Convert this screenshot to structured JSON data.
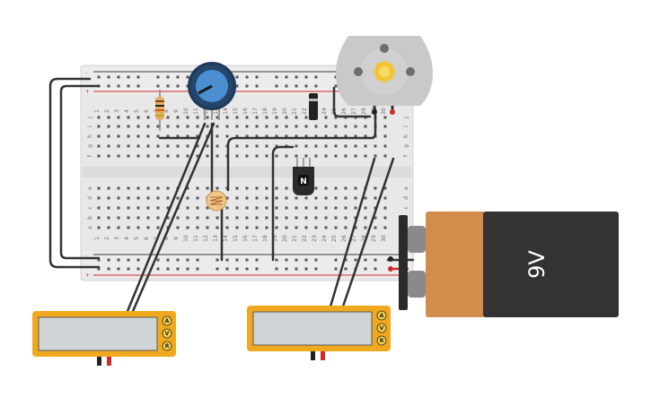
{
  "breadboard": {
    "columns": [
      "1",
      "2",
      "3",
      "4",
      "5",
      "6",
      "7",
      "8",
      "9",
      "10",
      "11",
      "12",
      "13",
      "14",
      "15",
      "16",
      "17",
      "18",
      "19",
      "20",
      "21",
      "22",
      "23",
      "24",
      "25",
      "26",
      "27",
      "28",
      "29",
      "30"
    ],
    "rows_top": [
      "j",
      "i",
      "h",
      "g",
      "f"
    ],
    "rows_bottom": [
      "e",
      "d",
      "c",
      "b",
      "a"
    ],
    "rail_plus": "+",
    "rail_minus": "-"
  },
  "battery": {
    "label": "9V"
  },
  "transistor": {
    "label": "N"
  },
  "multimeters": [
    {
      "buttons": [
        "A",
        "V",
        "R"
      ]
    },
    {
      "buttons": [
        "A",
        "V",
        "R"
      ]
    }
  ],
  "colors": {
    "board": "#e6e6e6",
    "rail_red": "#d32a2a",
    "wire": "#333333",
    "battery_orange": "#d48c4d",
    "battery_black": "#333333",
    "multimeter_body": "#f0a81e",
    "motor": "#c9c9c9",
    "pot_blue": "#3b7dc0"
  },
  "icons": {
    "motor": "dc-motor-icon",
    "pot": "potentiometer-icon",
    "ldr": "photoresistor-icon",
    "npn": "npn-transistor-icon",
    "diode": "diode-icon",
    "resistor": "resistor-icon"
  }
}
